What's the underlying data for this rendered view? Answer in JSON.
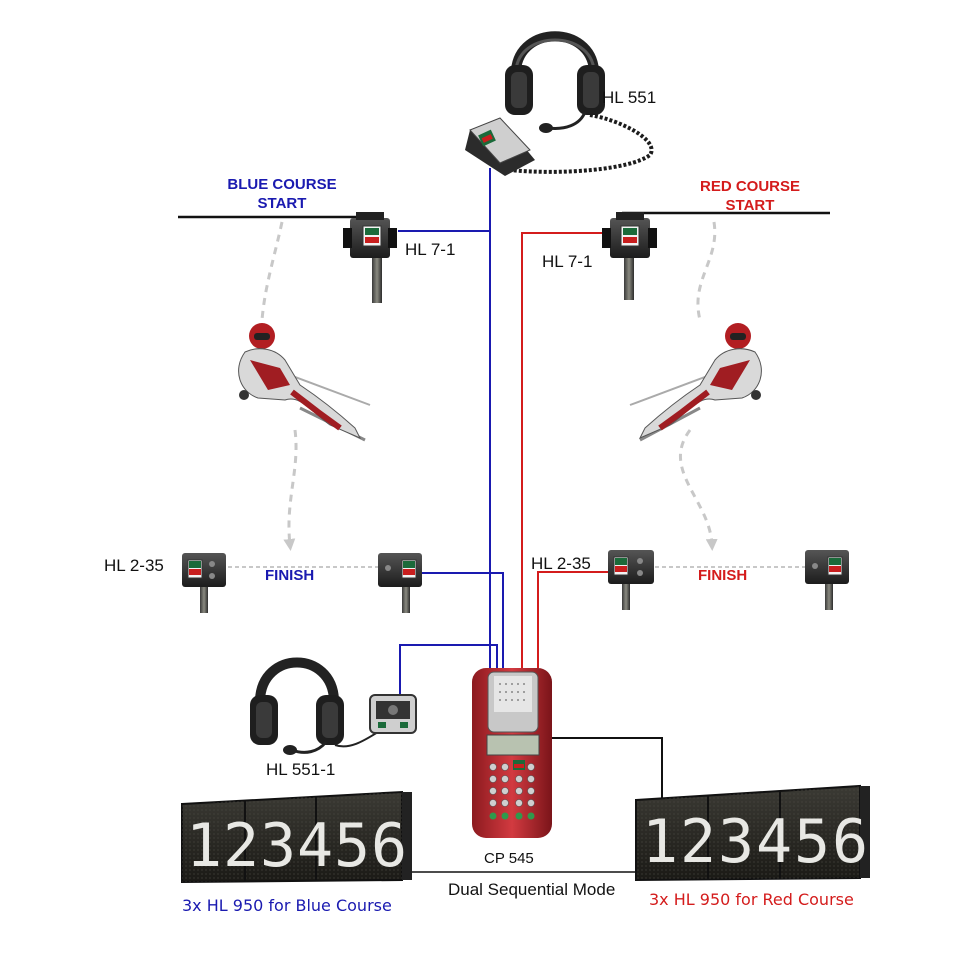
{
  "blue_course": {
    "start_title": "BLUE COURSE",
    "start_sub": "START",
    "start_device": "HL 7-1",
    "finish_label": "FINISH",
    "finish_device": "HL 2-35",
    "display_caption": "3x HL 950 for Blue Course",
    "color": "#1a1ab0"
  },
  "red_course": {
    "start_title": "RED COURSE",
    "start_sub": "START",
    "start_device": "HL 7-1",
    "finish_label": "FINISH",
    "finish_device": "HL 2-35",
    "display_caption": "3x HL 950 for Red Course",
    "color": "#d41c1c"
  },
  "headset_top": {
    "label": "HL 551"
  },
  "headset_bottom": {
    "label": "HL 551-1"
  },
  "printer": {
    "label": "CP 545"
  },
  "mode": {
    "label": "Dual Sequential Mode"
  },
  "displays": {
    "left_digits": [
      "1",
      "2",
      "3",
      "4",
      "5",
      "6"
    ],
    "right_digits": [
      "1",
      "2",
      "3",
      "4",
      "5",
      "6"
    ]
  },
  "colors": {
    "wire_black": "#111111",
    "path_gray": "#c8c8c8"
  }
}
